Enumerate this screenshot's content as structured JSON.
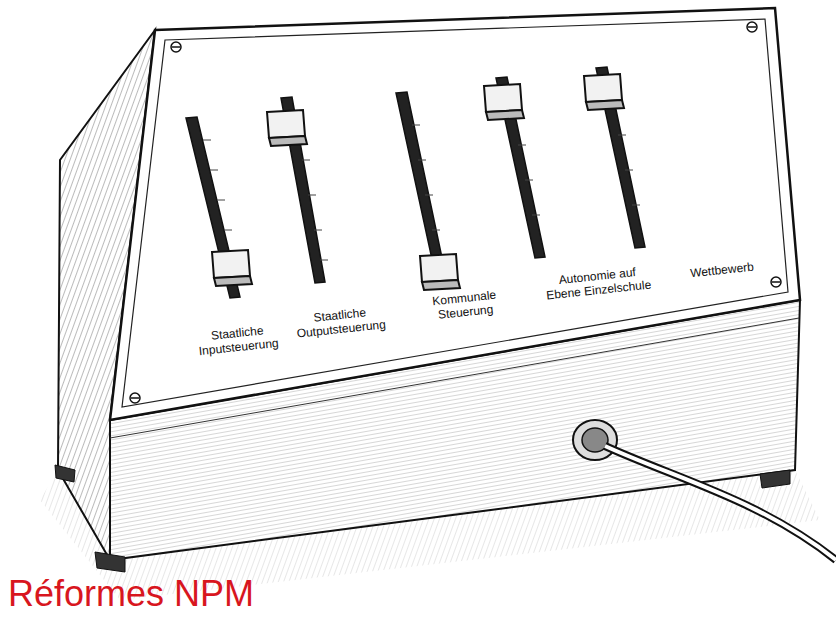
{
  "diagram": {
    "title": "Réformes NPM",
    "labels": [
      "Staatliche Inputsteuerung",
      "Staatliche Outputsteuerung",
      "Kommunale Steuerung",
      "Autonomie auf Ebene Einzelschule",
      "Wettbewerb"
    ]
  }
}
